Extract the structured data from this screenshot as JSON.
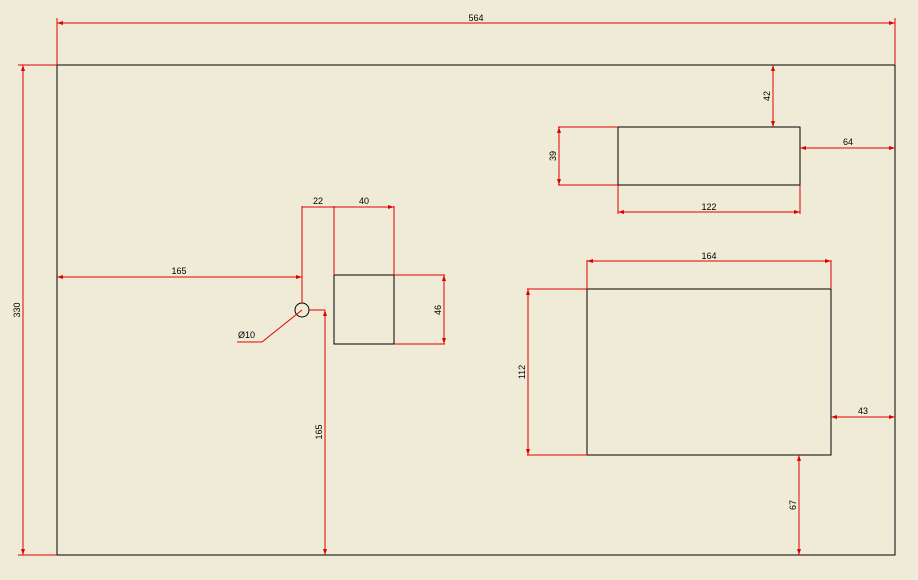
{
  "colors": {
    "background": "#efebd6",
    "geometry": "#000000",
    "dimension": "#e00000"
  },
  "dimensions": {
    "overall_width": "564",
    "overall_height": "330",
    "hole_to_left_edge": "165",
    "hole_to_bottom_edge": "165",
    "hole_diameter": "Ø10",
    "hole_to_square": "22",
    "square_width": "40",
    "square_height": "46",
    "top_slot_to_top_edge": "42",
    "top_slot_to_right_edge": "64",
    "top_slot_height": "39",
    "top_slot_width": "122",
    "large_rect_width": "164",
    "large_rect_height": "112",
    "large_rect_to_right_edge": "43",
    "large_rect_to_bottom_edge": "67"
  }
}
